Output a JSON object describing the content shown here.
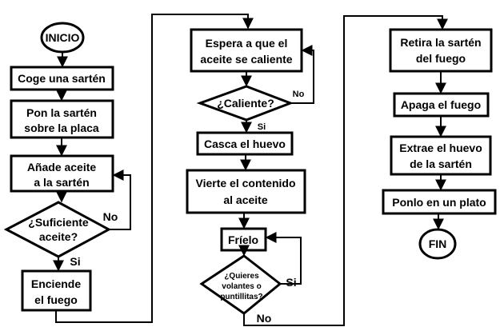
{
  "flowchart": {
    "start": "INICIO",
    "col1": {
      "step1": "Coge una sartén",
      "step2_l1": "Pon la sartén",
      "step2_l2": "sobre la placa",
      "step3_l1": "Añade aceite",
      "step3_l2": "a la sartén",
      "decision_l1": "¿Suficiente",
      "decision_l2": "aceite?",
      "no": "No",
      "yes": "Si",
      "step4_l1": "Enciende",
      "step4_l2": "el fuego"
    },
    "col2": {
      "step1_l1": "Espera a que el",
      "step1_l2": "aceite se caliente",
      "decision": "¿Caliente?",
      "no": "No",
      "yes": "Si",
      "step2": "Casca el huevo",
      "step3_l1": "Vierte el contenido",
      "step3_l2": "al aceite",
      "step4": "Fríelo",
      "decision2_l1": "¿Quieres",
      "decision2_l2": "volantes o",
      "decision2_l3": "puntillitas?",
      "yes2": "Si",
      "no2": "No"
    },
    "col3": {
      "step1_l1": "Retira la sartén",
      "step1_l2": "del fuego",
      "step2": "Apaga el fuego",
      "step3_l1": "Extrae el huevo",
      "step3_l2": "de la sartén",
      "step4": "Ponlo en un plato"
    },
    "end": "FIN"
  }
}
